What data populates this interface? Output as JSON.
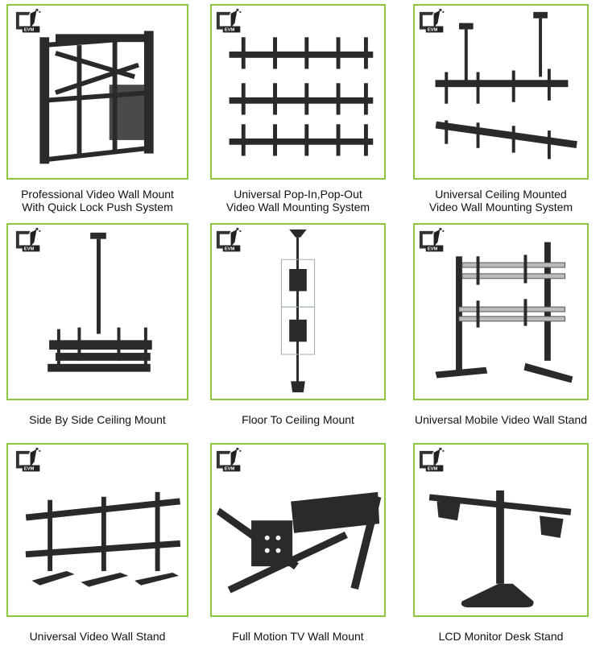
{
  "products": [
    {
      "caption": "Professional Video Wall Mount\nWith Quick Lock Push System",
      "icon": "video-wall-pop-out-frame"
    },
    {
      "caption": "Universal Pop-In,Pop-Out\nVideo Wall Mounting System",
      "icon": "three-by-three-wall-bracket"
    },
    {
      "caption": "Universal Ceiling Mounted\nVideo Wall Mounting System",
      "icon": "ceiling-rail-mount"
    },
    {
      "caption": "Side By Side Ceiling Mount",
      "icon": "ceiling-quad-mount"
    },
    {
      "caption": "Floor To Ceiling Mount",
      "icon": "floor-ceiling-pole"
    },
    {
      "caption": "Universal  Mobile Video Wall Stand",
      "icon": "mobile-wall-stand"
    },
    {
      "caption": "Universal  Video Wall Stand",
      "icon": "triple-foot-wall-stand"
    },
    {
      "caption": "Full Motion TV Wall Mount",
      "icon": "articulating-arm-mount"
    },
    {
      "caption": "LCD Monitor Desk Stand",
      "icon": "dual-monitor-desk-stand"
    }
  ],
  "logo_text": "EVM",
  "colors": {
    "frame_border": "#8dc63f",
    "caption_text": "#111111",
    "product": "#2a2a2a"
  }
}
